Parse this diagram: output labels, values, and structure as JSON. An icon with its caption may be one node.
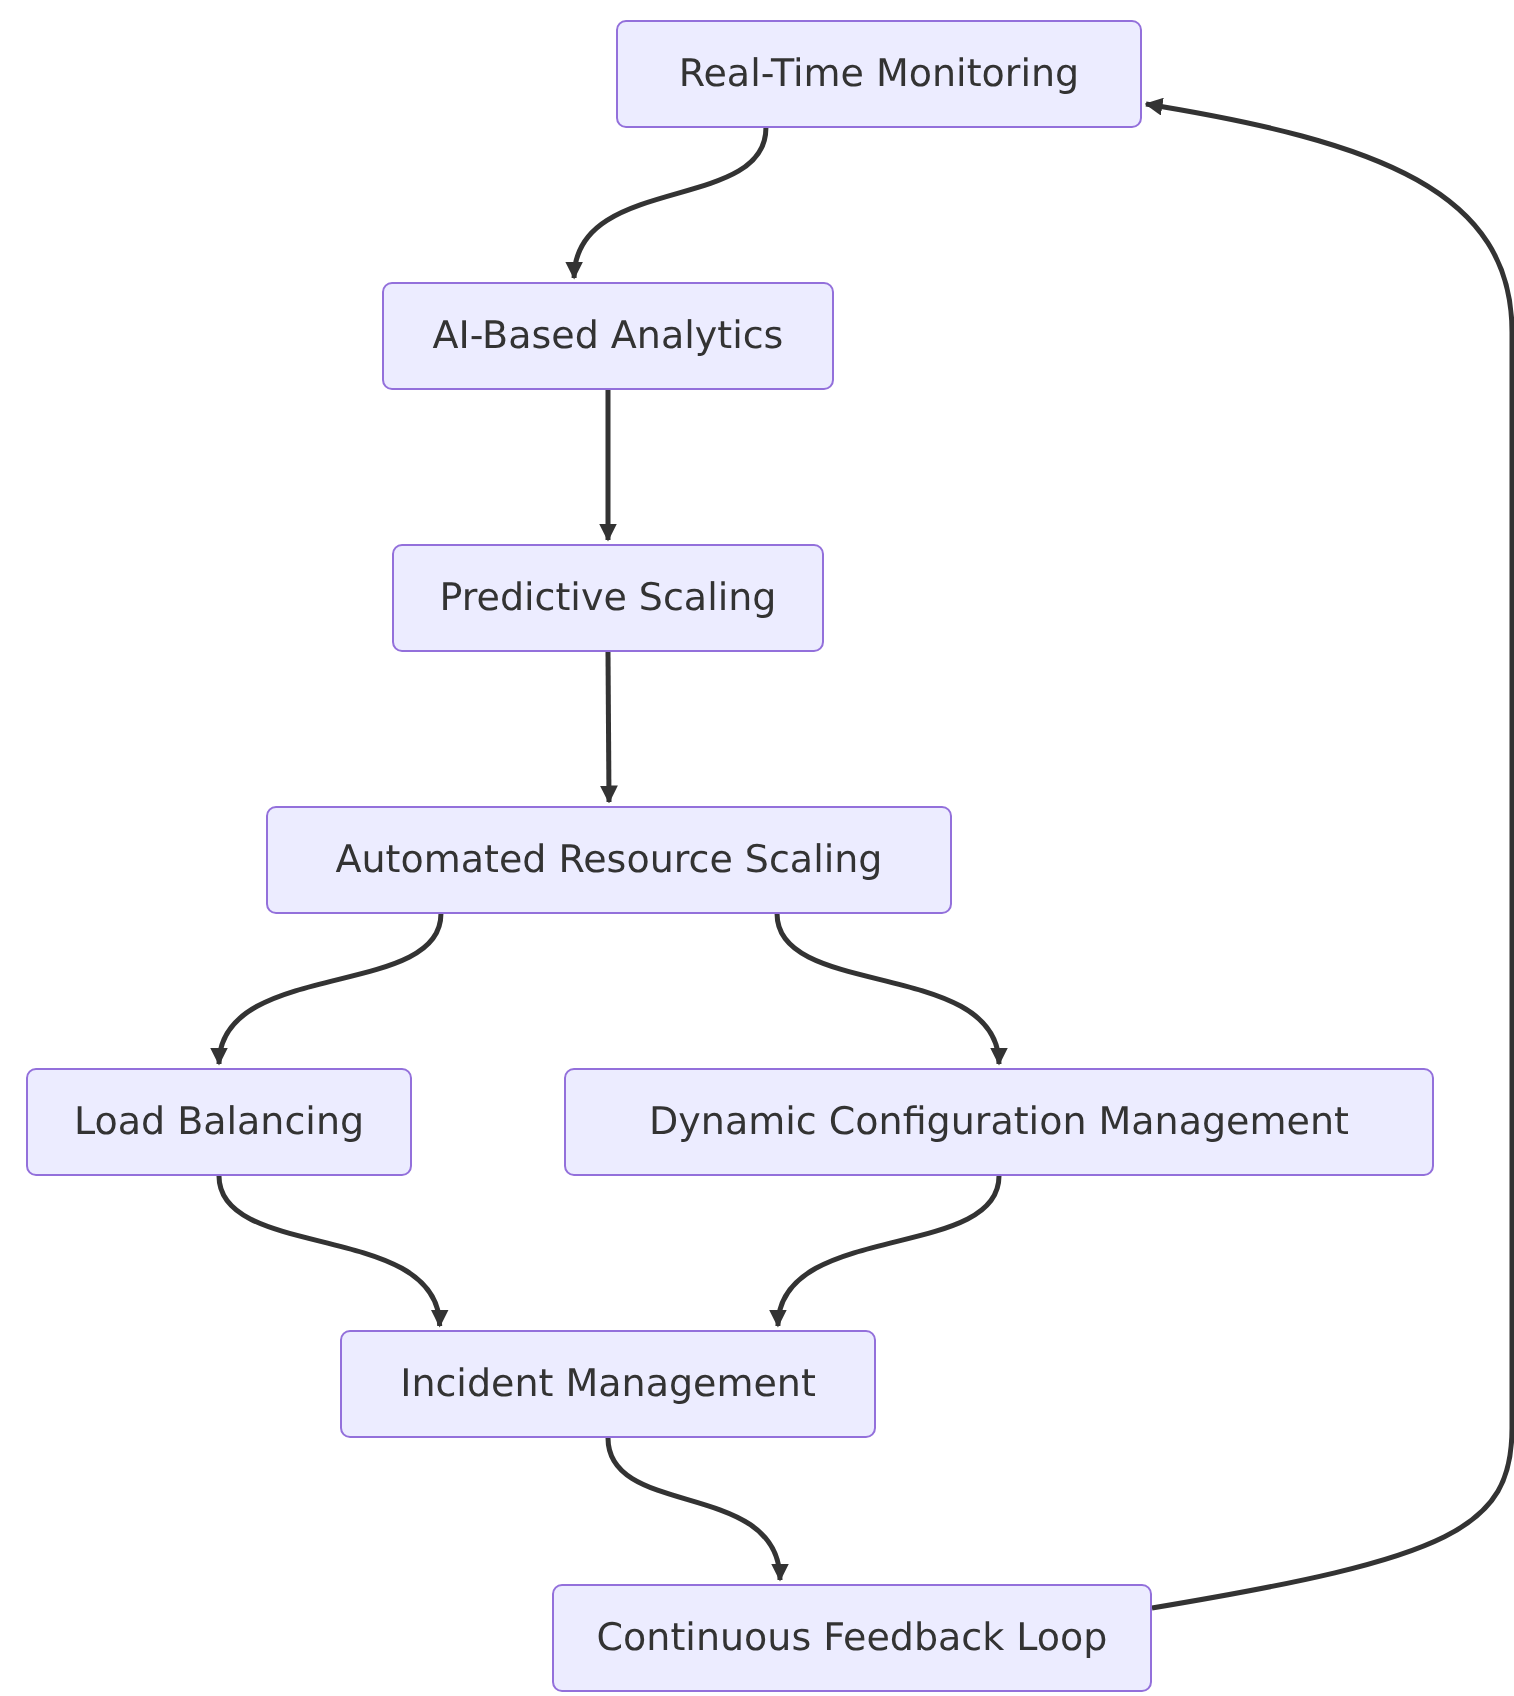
{
  "diagram": {
    "nodes": [
      {
        "text": [
          "Real-Time Monitoring"
        ]
      },
      {
        "text": [
          "AI-Based Analytics"
        ]
      },
      {
        "text": [
          "Predictive Scaling"
        ]
      },
      {
        "text": [
          "Automated Resource Scaling"
        ]
      },
      {
        "text": [
          "Load Balancing"
        ]
      },
      {
        "text": [
          "Dynamic Configuration Management"
        ]
      },
      {
        "text": [
          "Incident Management"
        ]
      },
      {
        "text": [
          "Continuous Feedback Loop"
        ]
      }
    ],
    "edges": [
      {
        "from": 0,
        "to": 1,
        "arrow": "to"
      },
      {
        "from": 1,
        "to": 2,
        "arrow": "to"
      },
      {
        "from": 2,
        "to": 3,
        "arrow": "to"
      },
      {
        "from": 3,
        "to": 4,
        "arrow": "to"
      },
      {
        "from": 3,
        "to": 5,
        "arrow": "to"
      },
      {
        "from": 4,
        "to": 6,
        "arrow": "to"
      },
      {
        "from": 5,
        "to": 6,
        "arrow": "to"
      },
      {
        "from": 6,
        "to": 7,
        "arrow": "to"
      },
      {
        "from": 7,
        "to": 0,
        "arrow": "to"
      }
    ]
  }
}
